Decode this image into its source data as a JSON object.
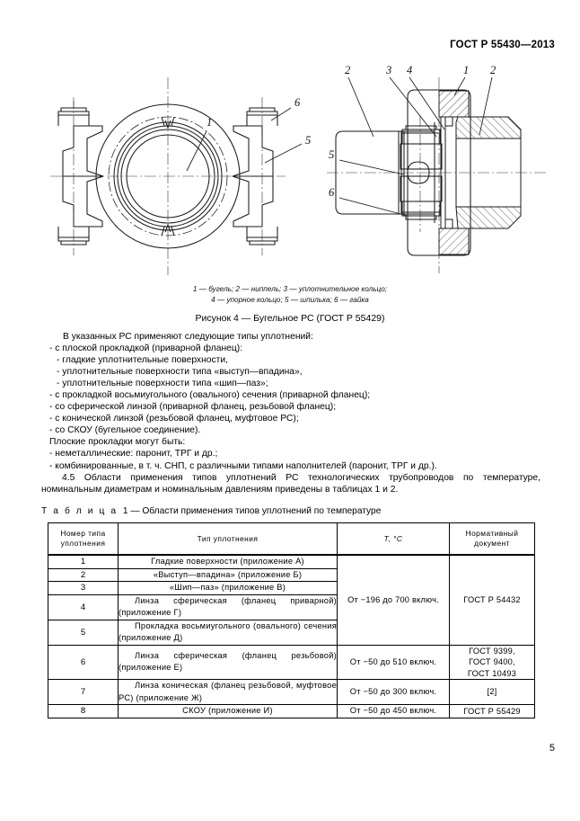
{
  "header": {
    "standard": "ГОСТ Р 55430—2013"
  },
  "figure": {
    "legend_line1": "1 — бугель; 2 — ниппель; 3 — уплотнительное кольцо;",
    "legend_line2": "4 — упорное кольцо; 5 — шпилька; 6 — гайка",
    "caption": "Рисунок 4 — Бугельное РС (ГОСТ Р 55429)",
    "left_view_labels": [
      "1",
      "6",
      "5"
    ],
    "right_view_labels": [
      "3",
      "4",
      "1",
      "2",
      "2",
      "5",
      "6"
    ]
  },
  "body": {
    "intro": "В указанных РС применяют следующие типы уплотнений:",
    "items": [
      "- с плоской прокладкой (приварной фланец):",
      "- гладкие уплотнительные поверхности,",
      "- уплотнительные поверхности типа «выступ—впадина»,",
      "- уплотнительные поверхности типа «шип—паз»;",
      "- с прокладкой восьмиугольного (овального) сечения (приварной фланец);",
      "- со сферической линзой (приварной фланец, резьбовой фланец);",
      "- с конической линзой (резьбовой фланец, муфтовое РС);",
      "- со СКОУ (бугельное соединение)."
    ],
    "flat_intro": "Плоские прокладки могут быть:",
    "flat_items": [
      "- неметаллические: паронит, ТРГ и др.;",
      "- комбинированные, в т. ч. СНП, с различными типами наполнителей (паронит, ТРГ и др.)."
    ],
    "clause_45": "4.5 Области применения типов уплотнений РС технологических трубопроводов по температуре, номинальным диаметрам и номинальным давлениям приведены в таблицах 1 и 2."
  },
  "table": {
    "caption_label": "Т а б л и ц а",
    "caption_number": "1",
    "caption_text": "— Области применения типов уплотнений по температуре",
    "headers": {
      "num": "Номер типа\nуплотнения",
      "num_l1": "Номер типа",
      "num_l2": "уплотнения",
      "type": "Тип уплотнения",
      "temp": "T, °С",
      "doc_l1": "Нормативный",
      "doc_l2": "документ"
    },
    "rows": [
      {
        "num": "1",
        "type": "Гладкие поверхности (приложение А)",
        "single_line": true
      },
      {
        "num": "2",
        "type": "«Выступ—впадина» (приложение Б)",
        "single_line": true
      },
      {
        "num": "3",
        "type": "«Шип—паз»  (приложение В)",
        "single_line": true
      },
      {
        "num": "4",
        "type": "Линза сферическая (фланец приварной) (приложение Г)",
        "single_line": false
      },
      {
        "num": "5",
        "type": "Прокладка восьмиугольного (овального) сечения  (приложение Д)",
        "single_line": false
      },
      {
        "num": "6",
        "type": "Линза сферическая (фланец резьбовой) (приложение Е)",
        "single_line": false
      },
      {
        "num": "7",
        "type": "Линза коническая (фланец резьбовой, муфтовое РС) (приложение Ж)",
        "single_line": false
      },
      {
        "num": "8",
        "type": "СКОУ (приложение И)",
        "single_line": true
      }
    ],
    "temp_groups": [
      {
        "value": "От −196  до 700 включ.",
        "span": 5
      },
      {
        "value": "От −50     до 510 включ.",
        "span": 1
      },
      {
        "value": "От −50     до 300 включ.",
        "span": 1
      },
      {
        "value": "От −50     до 450 включ.",
        "span": 1
      }
    ],
    "doc_groups": [
      {
        "lines": [
          "ГОСТ Р 54432"
        ],
        "span": 5
      },
      {
        "lines": [
          "ГОСТ 9399,",
          "ГОСТ 9400,",
          "ГОСТ 10493"
        ],
        "span": 1
      },
      {
        "lines": [
          "[2]"
        ],
        "span": 1
      },
      {
        "lines": [
          "ГОСТ Р 55429"
        ],
        "span": 1
      }
    ]
  },
  "footer": {
    "page_number": "5"
  }
}
